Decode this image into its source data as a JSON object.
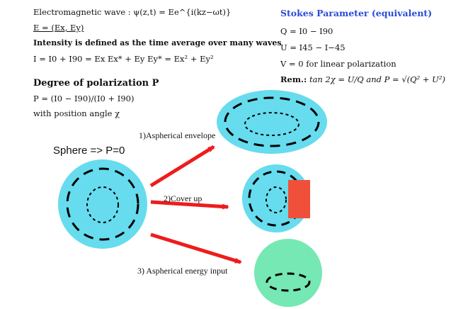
{
  "left_block": {
    "line1": "Electromagnetic wave : ψ(z,t) = Ee^{i(kz−ωt)}",
    "line2": "E = (Ex, Ey)",
    "line3": "Intensity is defined as the time average over many waves",
    "line4": "I = I0 + I90 = Ex Ex* + Ey Ey* = Ex² + Ey²",
    "line5": "Degree of polarization P",
    "line6": "P = (I0 − I90)/(I0 + I90)",
    "line7": "with position angle χ"
  },
  "right_block": {
    "title": "Stokes Parameter (equivalent)",
    "q": "Q = I0 − I90",
    "u": "U = I45 − I−45",
    "v": "V = 0 for linear polarization",
    "rem_label": "Rem.:",
    "rem_text": "tan 2χ = U/Q and P = √(Q² + U²)"
  },
  "diagram": {
    "sphere_label": "Sphere => P=0",
    "case1": "1)Aspherical envelope",
    "case2": "2)Cover up",
    "case3": "3) Aspherical energy input"
  },
  "colors": {
    "cyan": "#66dcee",
    "green": "#76e8b4",
    "red_arrow": "#ee1c1c",
    "cover": "#f0503a",
    "blue_title": "#2a4bd7"
  }
}
